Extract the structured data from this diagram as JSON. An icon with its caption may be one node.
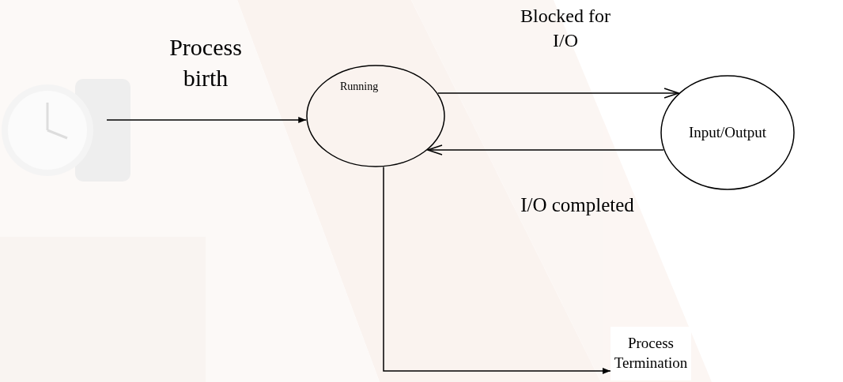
{
  "diagram": {
    "nodes": [
      {
        "text": [
          "Running"
        ]
      },
      {
        "text": [
          "Input/Output"
        ]
      },
      {
        "text": [
          "Process Termination"
        ]
      }
    ],
    "edges": [
      {
        "from": null,
        "to": 0,
        "arrow": "to",
        "label": "Process birth"
      },
      {
        "from": 0,
        "to": 1,
        "arrow": "to",
        "label": "Blocked for I/O"
      },
      {
        "from": 1,
        "to": 0,
        "arrow": "to",
        "label": "I/O completed"
      },
      {
        "from": 0,
        "to": 2,
        "arrow": "to"
      }
    ]
  }
}
